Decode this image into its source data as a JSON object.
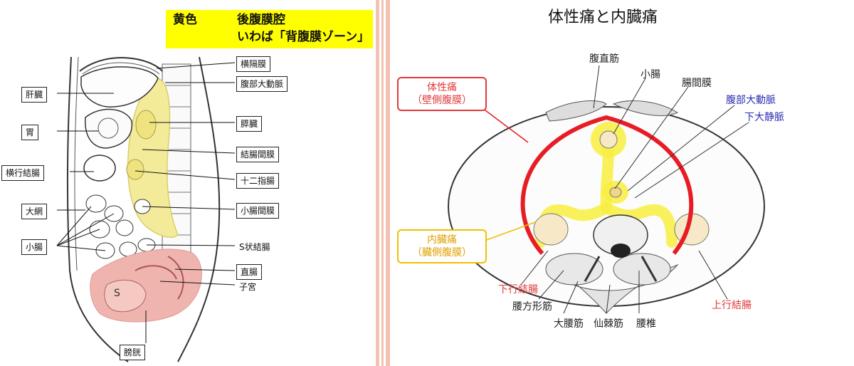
{
  "left": {
    "yellow_note": {
      "label": "黄色",
      "line1": "後腹膜腔",
      "line2": "いわば「背腹膜ゾーン」"
    },
    "labels": {
      "kanzo": "肝臓",
      "i": "胃",
      "oukou_ketchou": "横行結腸",
      "daimou": "大網",
      "shouchou": "小腸",
      "oukakumaku": "横隔膜",
      "fukubu_daidoumyaku": "腹部大動脈",
      "suizo": "膵臓",
      "ketchou_kanmaku": "結腸間膜",
      "juunishichou": "十二指腸",
      "shouchou_kanmaku": "小腸間膜",
      "s_ketchou": "S状結腸",
      "chokuchou": "直腸",
      "shikyuu": "子宮",
      "boukou": "膀胱",
      "s_mark": "S"
    }
  },
  "right": {
    "title": "体性痛と内臓痛",
    "callout_parietal": {
      "line1": "体性痛",
      "line2": "（壁側腹膜）"
    },
    "callout_visceral": {
      "line1": "内臓痛",
      "line2": "（臓側腹膜）"
    },
    "labels": {
      "fukuchokkin": "腹直筋",
      "shouchou": "小腸",
      "choukanmaku": "腸間膜",
      "fukubu_daidoumyaku": "腹部大動脈",
      "kadai_joumyaku": "下大静脈",
      "kakou_ketchou": "下行結腸",
      "youhoukeikin": "腰方形筋",
      "daiyoukin": "大腰筋",
      "senkyokukin": "仙棘筋",
      "youtsui": "腰椎",
      "joukou_ketchou": "上行結腸"
    }
  },
  "colors": {
    "yellow_zone": "#f3eb9a",
    "pink_zone": "#f0b4ae",
    "parietal_red": "#e81c24",
    "visceral_glow": "#f8ee40",
    "blue_text": "#2b2bb4",
    "divider": "#f3c2b4"
  }
}
